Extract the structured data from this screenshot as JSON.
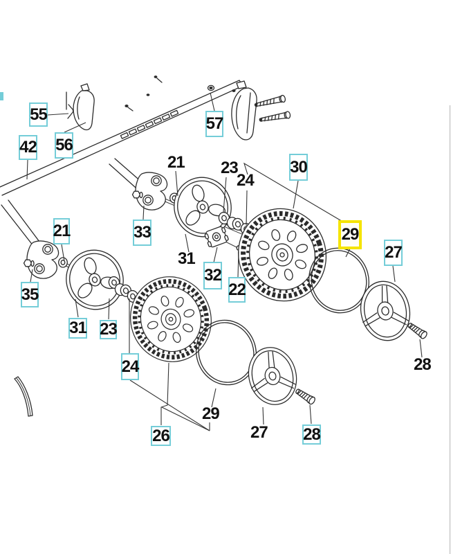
{
  "palette": {
    "background": "#ffffff",
    "callout_border_cyan": "#74cdd8",
    "highlight_yellow": "#f5e400",
    "line_color": "#2b2b2b",
    "text_color": "#111111"
  },
  "highlighted_callout": "29",
  "callouts": [
    {
      "text": "42",
      "style": "boxed"
    },
    {
      "text": "55",
      "style": "boxed"
    },
    {
      "text": "56",
      "style": "boxed"
    },
    {
      "text": "57",
      "style": "boxed"
    },
    {
      "text": "21",
      "style": "plain"
    },
    {
      "text": "23",
      "style": "plain"
    },
    {
      "text": "24",
      "style": "plain"
    },
    {
      "text": "30",
      "style": "boxed"
    },
    {
      "text": "33",
      "style": "boxed"
    },
    {
      "text": "31",
      "style": "plain"
    },
    {
      "text": "32",
      "style": "boxed"
    },
    {
      "text": "22",
      "style": "boxed"
    },
    {
      "text": "29",
      "style": "highlighted"
    },
    {
      "text": "27",
      "style": "boxed"
    },
    {
      "text": "35",
      "style": "boxed"
    },
    {
      "text": "21",
      "style": "boxed"
    },
    {
      "text": "31",
      "style": "boxed"
    },
    {
      "text": "23",
      "style": "boxed"
    },
    {
      "text": "24",
      "style": "boxed"
    },
    {
      "text": "26",
      "style": "boxed"
    },
    {
      "text": "29",
      "style": "plain"
    },
    {
      "text": "27",
      "style": "plain"
    },
    {
      "text": "28",
      "style": "boxed"
    },
    {
      "text": "28",
      "style": "plain"
    }
  ]
}
